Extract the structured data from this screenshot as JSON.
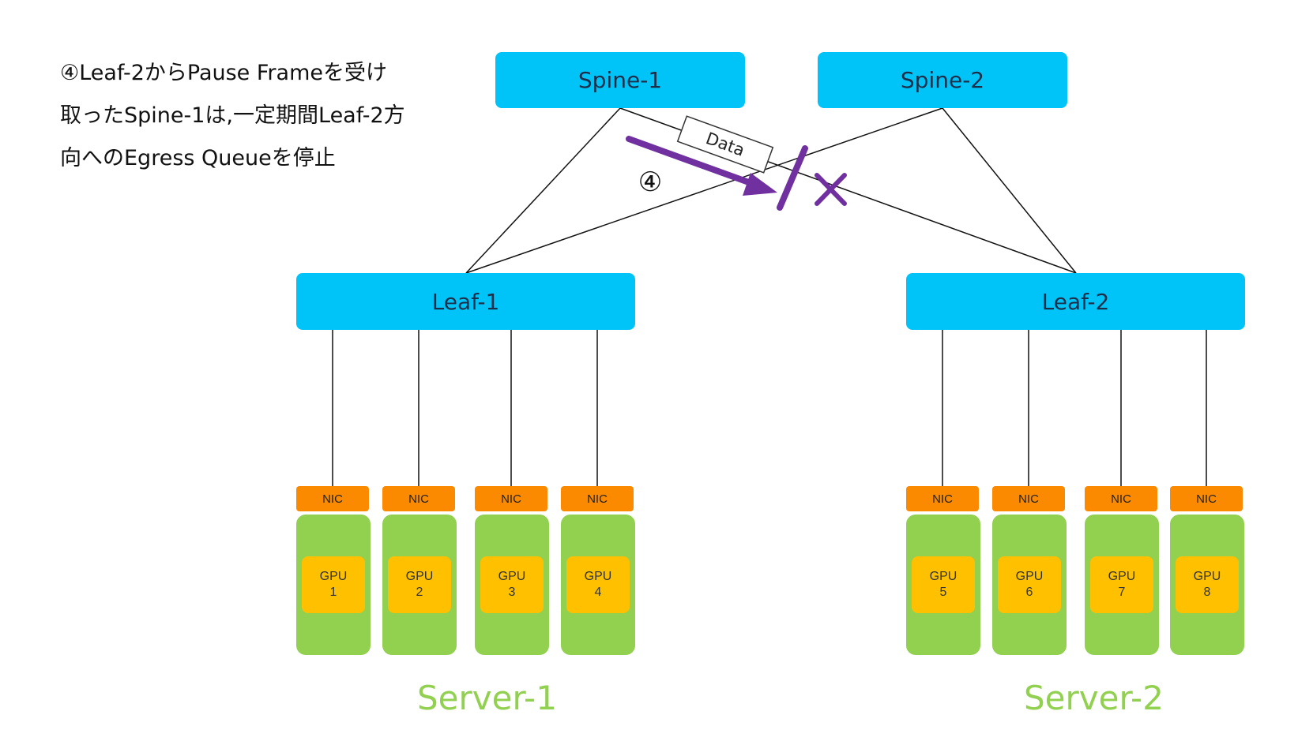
{
  "description": {
    "lines": [
      "④Leaf-2からPause Frameを受け",
      "取ったSpine-1は,一定期間Leaf-2方",
      "向へのEgress Queueを停止"
    ]
  },
  "spines": [
    {
      "label": "Spine-1"
    },
    {
      "label": "Spine-2"
    }
  ],
  "leaves": [
    {
      "label": "Leaf-1"
    },
    {
      "label": "Leaf-2"
    }
  ],
  "data_packet": {
    "label": "Data"
  },
  "step_marker": {
    "label": "④"
  },
  "servers": [
    {
      "label": "Server-1",
      "nodes": [
        {
          "nic": "NIC",
          "gpu_name": "GPU",
          "gpu_num": "1"
        },
        {
          "nic": "NIC",
          "gpu_name": "GPU",
          "gpu_num": "2"
        },
        {
          "nic": "NIC",
          "gpu_name": "GPU",
          "gpu_num": "3"
        },
        {
          "nic": "NIC",
          "gpu_name": "GPU",
          "gpu_num": "4"
        }
      ]
    },
    {
      "label": "Server-2",
      "nodes": [
        {
          "nic": "NIC",
          "gpu_name": "GPU",
          "gpu_num": "5"
        },
        {
          "nic": "NIC",
          "gpu_name": "GPU",
          "gpu_num": "6"
        },
        {
          "nic": "NIC",
          "gpu_name": "GPU",
          "gpu_num": "7"
        },
        {
          "nic": "NIC",
          "gpu_name": "GPU",
          "gpu_num": "8"
        }
      ]
    }
  ],
  "colors": {
    "switch": "#00c4f8",
    "nic": "#fb8a00",
    "server": "#92d050",
    "gpu": "#ffc000",
    "arrow": "#7030a0"
  }
}
